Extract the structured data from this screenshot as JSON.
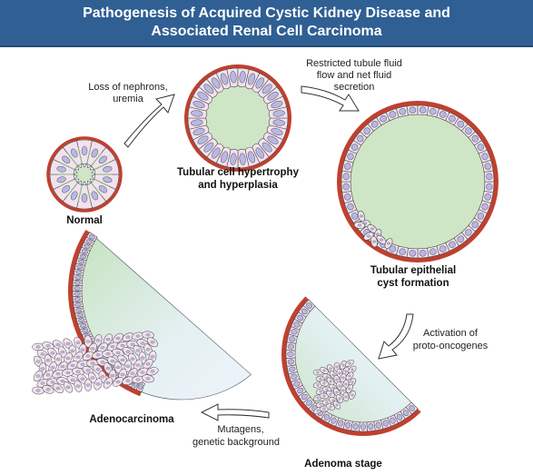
{
  "title": {
    "line1": "Pathogenesis of Acquired Cystic Kidney Disease and",
    "line2": "Associated Renal Cell Carcinoma"
  },
  "stages": {
    "normal": "Normal",
    "hypertrophy_line1": "Tubular cell hypertrophy",
    "hypertrophy_line2": "and hyperplasia",
    "cyst_line1": "Tubular epithelial",
    "cyst_line2": "cyst formation",
    "adenoma": "Adenoma stage",
    "adenocarcinoma": "Adenocarcinoma"
  },
  "transitions": {
    "loss_line1": "Loss of nephrons,",
    "loss_line2": "uremia",
    "restricted_line1": "Restricted tubule fluid",
    "restricted_line2": "flow and net fluid",
    "restricted_line3": "secretion",
    "activation_line1": "Activation of",
    "activation_line2": "proto-oncogenes",
    "mutagens_line1": "Mutagens,",
    "mutagens_line2": "genetic background"
  },
  "colors": {
    "title_bg": "#2f5f93",
    "basement": "#c0402f",
    "cell": "#f3e2ee",
    "nucleus": "#b8b8e6",
    "lumen": "#cfe6c6",
    "arrow": "#ffffff"
  }
}
